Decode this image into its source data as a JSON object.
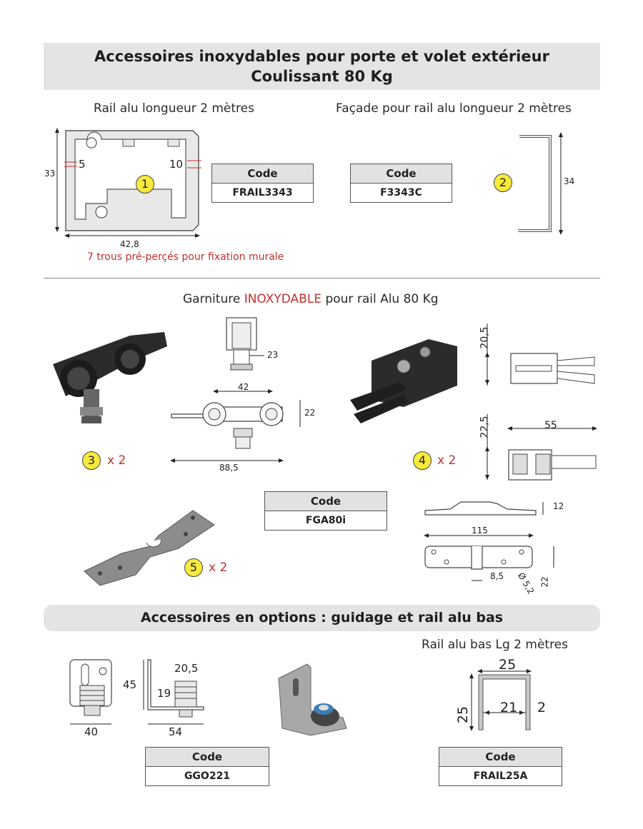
{
  "title": {
    "line1": "Accessoires inoxydables pour porte et volet extérieur",
    "line2": "Coulissant 80 Kg"
  },
  "rail": {
    "label": "Rail alu longueur 2 mètres",
    "dim_height": "33",
    "dim_width": "42,8",
    "dim_left": "5",
    "dim_right": "10",
    "note": "7 trous pré-perçés pour fixation murale",
    "badge": "1",
    "code_header": "Code",
    "code": "FRAIL3343"
  },
  "facade": {
    "label": "Façade pour rail alu longueur 2 mètres",
    "dim_height": "34",
    "badge": "2",
    "code_header": "Code",
    "code": "F3343C"
  },
  "garniture": {
    "label_prefix": "Garniture ",
    "label_highlight": "INOXYDABLE",
    "label_suffix": " pour rail Alu 80 Kg",
    "chariot": {
      "badge": "3",
      "mult": "x 2",
      "dim_23": "23",
      "dim_42": "42",
      "dim_22": "22",
      "dim_88": "88,5"
    },
    "butee": {
      "badge": "4",
      "mult": "x 2",
      "dim_20": "20,5",
      "dim_22": "22,5",
      "dim_55": "55"
    },
    "plaque": {
      "badge": "5",
      "mult": "x 2",
      "dim_12": "12",
      "dim_115": "115",
      "dim_8": "8,5",
      "dim_diam": "Ø 5,2",
      "dim_22": "22"
    },
    "code_header": "Code",
    "code": "FGA80i"
  },
  "options": {
    "title": "Accessoires en options : guidage et rail alu bas",
    "guide": {
      "dim_40": "40",
      "dim_45": "45",
      "dim_19": "19",
      "dim_20": "20,5",
      "dim_54": "54",
      "code_header": "Code",
      "code": "GGO221"
    },
    "rail_bas": {
      "label": "Rail alu bas Lg 2 mètres",
      "dim_top": "25",
      "dim_side": "25",
      "dim_inner": "21",
      "dim_thick": "2",
      "code_header": "Code",
      "code": "FRAIL25A"
    }
  },
  "colors": {
    "accent_red": "#c0302e",
    "badge_yellow": "#f7ea3c",
    "header_gray": "#e4e4e4"
  }
}
